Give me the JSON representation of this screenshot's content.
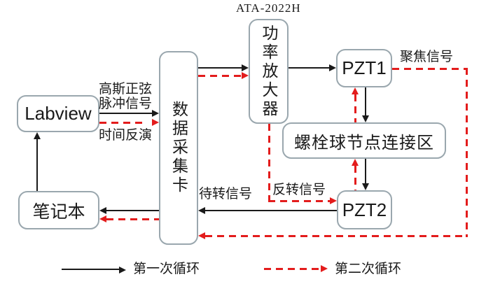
{
  "diagram": {
    "nodes": {
      "labview": "Labview",
      "laptop": "笔记本",
      "daq": "数据采集卡",
      "amplifier": "功率放大器",
      "pzt1": "PZT1",
      "joint": "螺栓球节点连接区",
      "pzt2": "PZT2"
    },
    "labels": {
      "amplifier_model": "ATA-2022H",
      "gaussian_pulse": "高斯正弦\n脉冲信号",
      "time_reversal": "时间反演",
      "focus_signal": "聚焦信号",
      "pending_signal": "待转信号",
      "reversed_signal": "反转信号"
    },
    "legend": {
      "first_cycle": "第一次循环",
      "second_cycle": "第二次循环"
    },
    "colors": {
      "solid_arrow": "#1a1a1a",
      "dashed_arrow": "#e31c1c",
      "node_border": "#9aa7ae"
    }
  }
}
